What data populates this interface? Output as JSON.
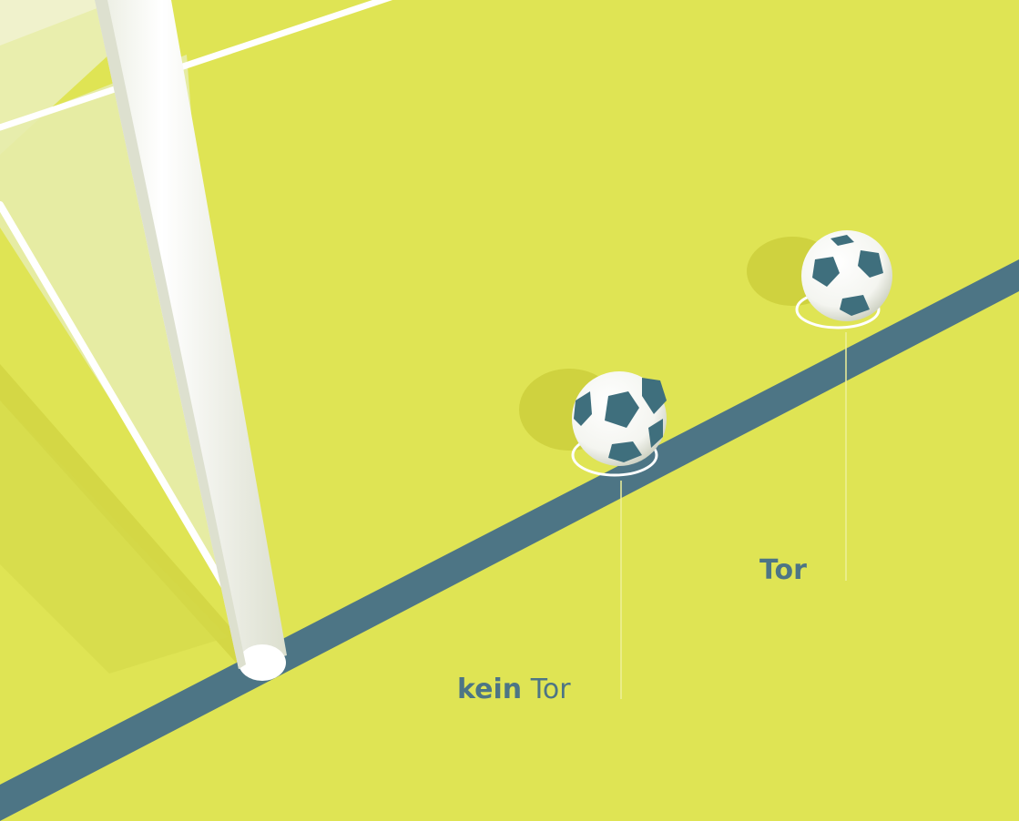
{
  "labels": {
    "no_goal_bold": "kein",
    "no_goal_rest": "Tor",
    "goal": "Tor"
  },
  "colors": {
    "field": "#dfe454",
    "goal_line": "#4d7585",
    "ball_patch": "#3f6f7d",
    "post": "#ffffff"
  }
}
